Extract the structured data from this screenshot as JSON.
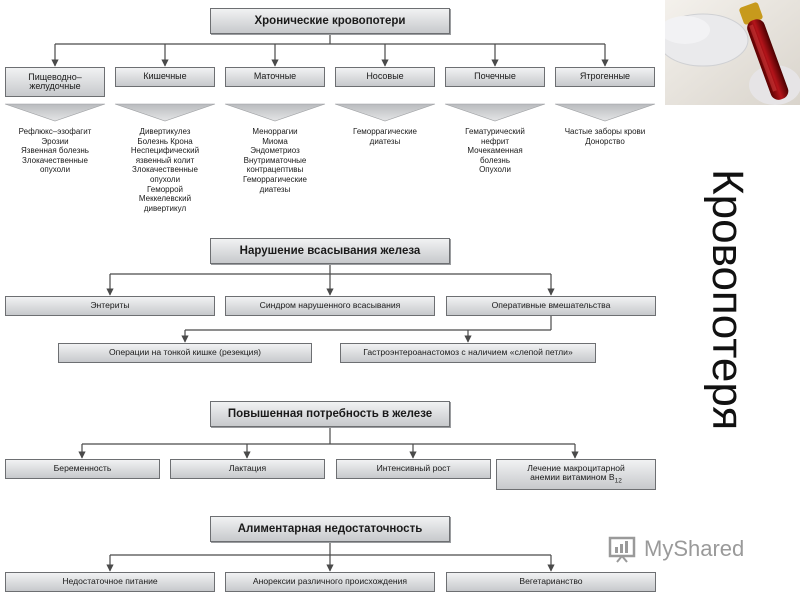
{
  "chronic": {
    "title": "Хронические кровопотери",
    "categories": [
      {
        "label_lines": [
          "Пищеводно–",
          "желудочные"
        ],
        "items": [
          "Рефлюкс–эзофагит",
          "Эрозии",
          "Язвенная болезнь",
          "Злокачественные",
          "опухоли"
        ]
      },
      {
        "label_lines": [
          "Кишечные"
        ],
        "items": [
          "Дивертикулез",
          "Болезнь Крона",
          "Неспецифический",
          "язвенный колит",
          "Злокачественные",
          "опухоли",
          "Геморрой",
          "Меккелевский",
          "дивертикул"
        ]
      },
      {
        "label_lines": [
          "Маточные"
        ],
        "items": [
          "Меноррагии",
          "Миома",
          "Эндометриоз",
          "Внутриматочные",
          "контрацептивы",
          "Геморрагические",
          "диатезы"
        ]
      },
      {
        "label_lines": [
          "Носовые"
        ],
        "items": [
          "Геморрагические",
          "диатезы"
        ]
      },
      {
        "label_lines": [
          "Почечные"
        ],
        "items": [
          "Гематурический",
          "нефрит",
          "Мочекаменная",
          "болезнь",
          "Опухоли"
        ]
      },
      {
        "label_lines": [
          "Ятрогенные"
        ],
        "items": [
          "Частые заборы крови",
          "Донорство"
        ]
      }
    ]
  },
  "absorption": {
    "title": "Нарушение всасывания железа",
    "level1": [
      "Энтериты",
      "Синдром нарушенного всасывания",
      "Оперативные вмешательства"
    ],
    "level2": [
      "Операции на тонкой кишке (резекция)",
      "Гастроэнтероанастомоз с наличием «слепой петли»"
    ]
  },
  "demand": {
    "title": "Повышенная потребность в железе",
    "items": [
      "Беременность",
      "Лактация",
      "Интенсивный рост"
    ],
    "last_item_lines": [
      "Лечение макроцитарной",
      "анемии витамином B"
    ],
    "last_item_subscript": "12"
  },
  "alimentary": {
    "title": "Алиментарная недостаточность",
    "items": [
      "Недостаточное питание",
      "Анорексии различного происхождения",
      "Вегетарианство"
    ]
  },
  "side_title": "Кровопотеря",
  "watermark": "MyShared",
  "colors": {
    "line": "#4a4a4a",
    "box_border": "#6d6f72",
    "funnel": "#c9cbce",
    "text": "#1a1a1a"
  }
}
